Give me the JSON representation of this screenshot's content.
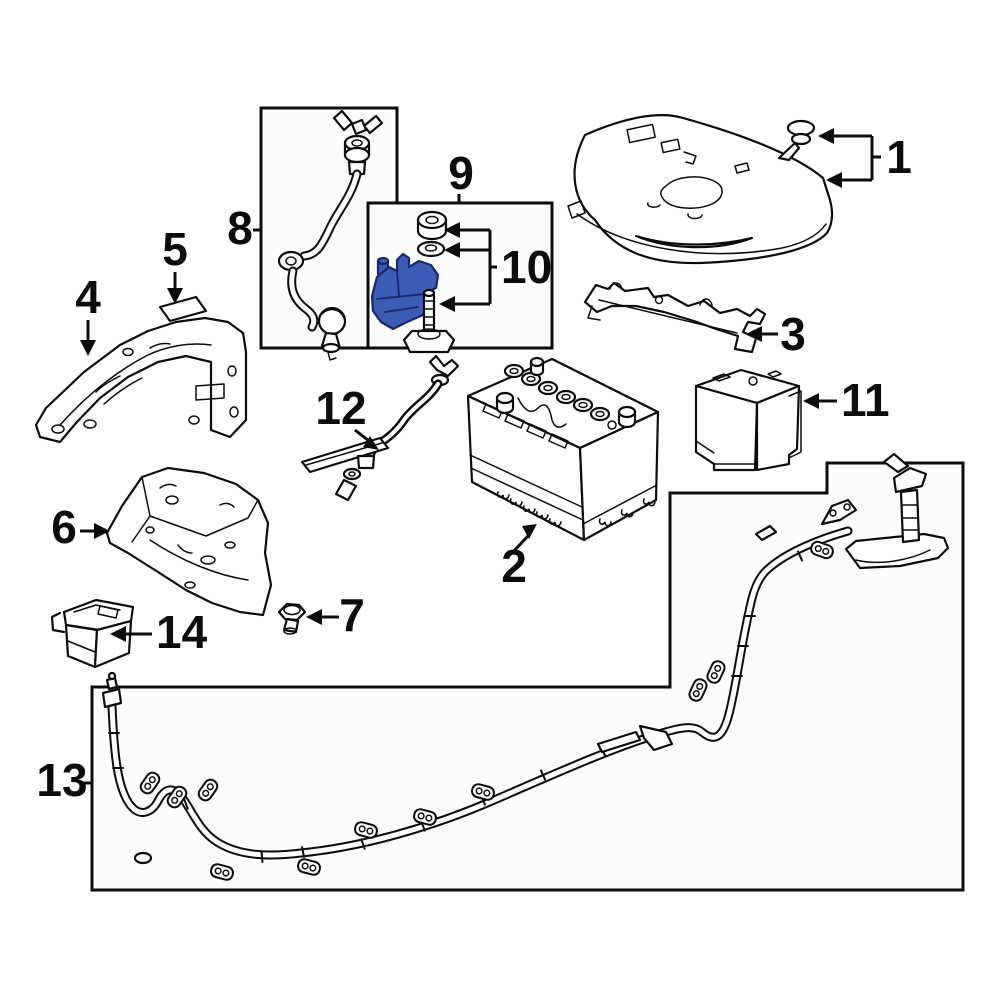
{
  "diagram": {
    "background_color": "#ffffff",
    "line_color": "#0c0c0c",
    "highlight_color": "#3a5cb5",
    "callouts": [
      {
        "number": "1"
      },
      {
        "number": "2"
      },
      {
        "number": "3"
      },
      {
        "number": "4"
      },
      {
        "number": "5"
      },
      {
        "number": "6"
      },
      {
        "number": "7"
      },
      {
        "number": "8"
      },
      {
        "number": "9"
      },
      {
        "number": "10"
      },
      {
        "number": "11"
      },
      {
        "number": "12"
      },
      {
        "number": "13"
      },
      {
        "number": "14"
      }
    ]
  }
}
